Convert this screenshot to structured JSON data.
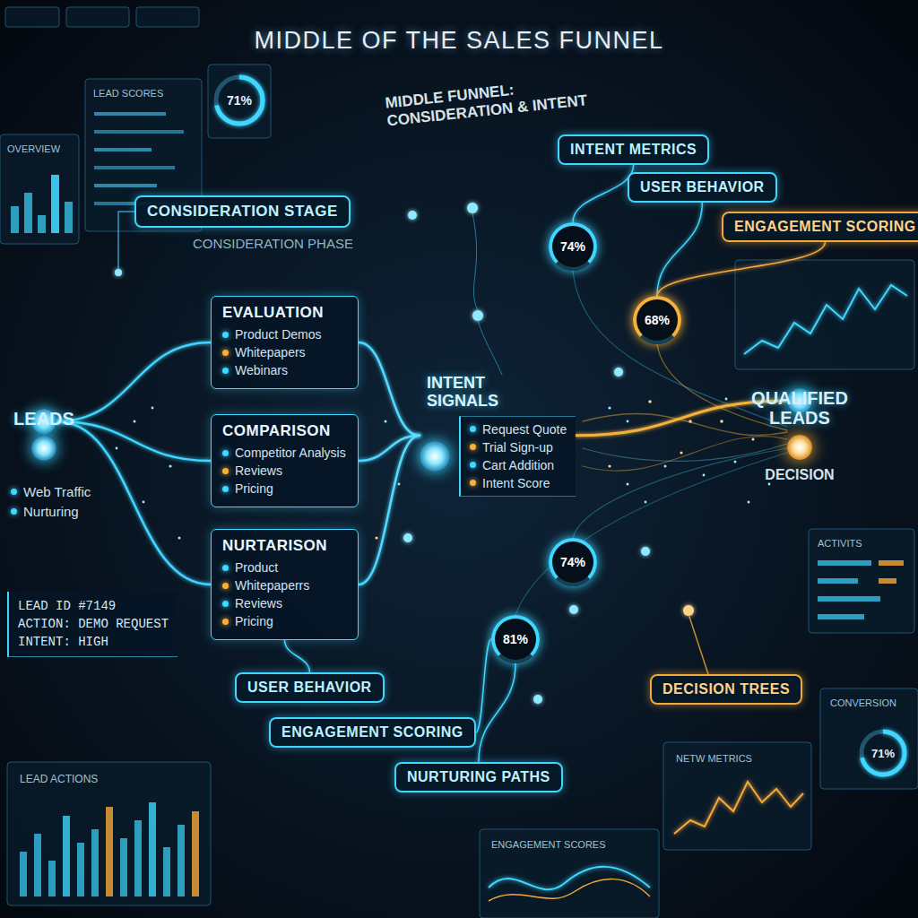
{
  "diagram": {
    "title": "MIDDLE OF THE SALES FUNNEL",
    "nodes": [
      {
        "text": [
          "LEADS"
        ]
      },
      {
        "text": [
          "CONSIDERATION STAGE"
        ]
      },
      {
        "text": [
          "EVALUATION",
          "Product Demos",
          "Whitepapers",
          "Webinars"
        ]
      },
      {
        "text": [
          "COMPARISON",
          "Competitor Analysis",
          "Reviews",
          "Pricing"
        ]
      },
      {
        "text": [
          "NURTARISON",
          "Product",
          "Whitepaperrs",
          "Reviews",
          "Pricing"
        ]
      },
      {
        "text": [
          "INTENT SIGNALS",
          "Request Quote",
          "Trial Sign-up",
          "Cart Addition",
          "Intent Score"
        ]
      },
      {
        "text": [
          "QUALIFIED LEADS",
          "DECISION"
        ]
      },
      {
        "text": [
          "INTENT METRICS"
        ]
      },
      {
        "text": [
          "USER BEHAVIOR"
        ]
      },
      {
        "text": [
          "ENGAGEMENT SCORING"
        ]
      },
      {
        "text": [
          "74%"
        ]
      },
      {
        "text": [
          "68%"
        ]
      },
      {
        "text": [
          "74%"
        ]
      },
      {
        "text": [
          "81%"
        ]
      },
      {
        "text": [
          "USER BEHAVIOR"
        ]
      },
      {
        "text": [
          "ENGAGEMENT SCORING"
        ]
      },
      {
        "text": [
          "NURTURING PATHS"
        ]
      },
      {
        "text": [
          "DECISION TREES"
        ]
      },
      {
        "text": [
          "LEAD ID #7149",
          "ACTION: DEMO REQUEST",
          "INTENT: HIGH"
        ]
      }
    ],
    "edges": [
      {
        "from": 0,
        "to": 2,
        "arrow": "none"
      },
      {
        "from": 0,
        "to": 3,
        "arrow": "none"
      },
      {
        "from": 0,
        "to": 4,
        "arrow": "none"
      },
      {
        "from": 2,
        "to": 5,
        "arrow": "none"
      },
      {
        "from": 3,
        "to": 5,
        "arrow": "none"
      },
      {
        "from": 4,
        "to": 5,
        "arrow": "none"
      },
      {
        "from": 5,
        "to": 6,
        "arrow": "none"
      },
      {
        "from": 7,
        "to": 10,
        "arrow": "none"
      },
      {
        "from": 8,
        "to": 11,
        "arrow": "none"
      },
      {
        "from": 9,
        "to": 11,
        "arrow": "none"
      },
      {
        "from": 14,
        "to": 4,
        "arrow": "none"
      },
      {
        "from": 15,
        "to": 13,
        "arrow": "none"
      },
      {
        "from": 16,
        "to": 13,
        "arrow": "none"
      }
    ],
    "labels": [
      "MIDDLE FUNNEL: CONSIDERATION & INTENT",
      "CONSIDERATION PHASE",
      "Web Traffic",
      "Nurturing",
      "71%",
      "LEAD ACTIONS",
      "ACTIVITS",
      "CONVERSION",
      "71%",
      "NETW METRICS",
      "ENGAGEMENT SCORES",
      "OVERVIEW",
      "LEAD SCORES"
    ]
  }
}
